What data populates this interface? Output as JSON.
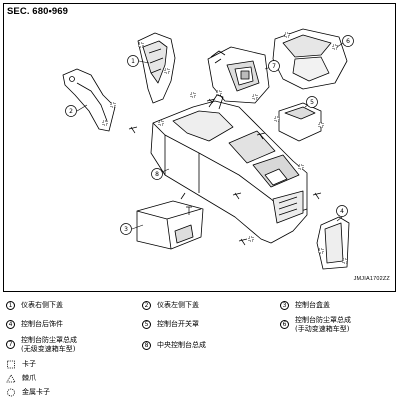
{
  "figure": {
    "section_label": "SEC. 680•969",
    "figure_code": "JMJIA1702ZZ"
  },
  "callouts": [
    "1",
    "2",
    "3",
    "4",
    "5",
    "6",
    "7",
    "8"
  ],
  "legend": {
    "items": [
      {
        "num": "1",
        "text": "仪表右侧下盖"
      },
      {
        "num": "2",
        "text": "仪表左侧下盖"
      },
      {
        "num": "3",
        "text": "控制台盒盖"
      },
      {
        "num": "4",
        "text": "控制台后饰件"
      },
      {
        "num": "5",
        "text": "控制台开关罩"
      },
      {
        "num": "6",
        "line1": "控制台防尘罩总成",
        "line2": "(手动变速箱车型)"
      },
      {
        "num": "7",
        "line1": "控制台防尘罩总成",
        "line2": "(无级变速箱车型)"
      },
      {
        "num": "8",
        "text": "中央控制台总成"
      }
    ],
    "symbols": [
      {
        "icon": "clip-symbol-icon",
        "text": "卡子"
      },
      {
        "icon": "pawl-symbol-icon",
        "text": "棘爪"
      },
      {
        "icon": "metal-clip-symbol-icon",
        "text": "金属卡子"
      }
    ]
  }
}
